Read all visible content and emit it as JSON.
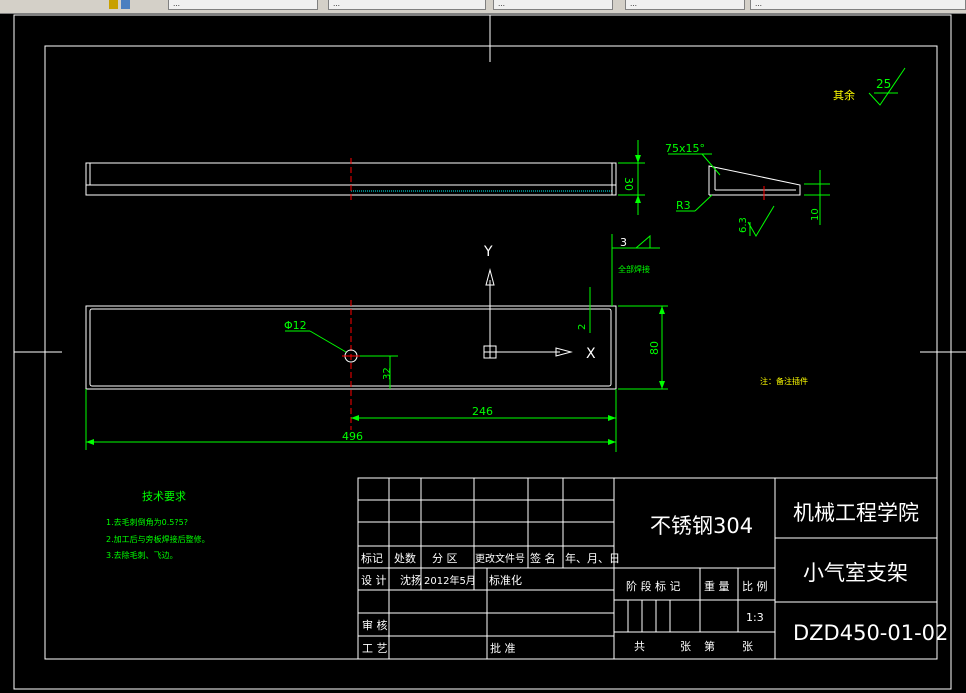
{
  "toolbar": {
    "tabs": [
      "…",
      "…",
      "…",
      "…",
      "…"
    ]
  },
  "drawing": {
    "view_labels": {
      "y_axis": "Y",
      "x_axis": "X"
    },
    "dimensions": {
      "chamfer": "75x15°",
      "radius": "R3",
      "thickness_30": "30",
      "height_10": "10",
      "roughness_63": "6.3",
      "weld_3": "3",
      "weld_note": "全部焊接",
      "hole_dia": "Φ12",
      "offset_32": "32",
      "gap_2": "2",
      "height_80": "80",
      "len_246": "246",
      "len_496": "496"
    },
    "surface_rest": {
      "label": "其余",
      "value": "25"
    },
    "side_note": "注：备注插件",
    "tech_requirements": {
      "title": "技术要求",
      "items": [
        "1.去毛刺倒角为0.5?5?",
        "2.加工后与旁板焊接后整修。",
        "3.去除毛刺、飞边。"
      ]
    }
  },
  "title_block": {
    "material": "不锈钢304",
    "school": "机械工程学院",
    "part_name": "小气室支架",
    "drawing_no": "DZD450-01-02",
    "revision_headers": [
      "标记",
      "处数",
      "分 区",
      "更改文件号",
      "签 名",
      "年、月、日"
    ],
    "design_label": "设 计",
    "designer": "沈扬",
    "design_date": "2012年5月",
    "standardize": "标准化",
    "review": "审 核",
    "process": "工 艺",
    "approve": "批 准",
    "stage_label": "阶 段 标 记",
    "weight_label": "重 量",
    "scale_label": "比 例",
    "scale_value": "1:3",
    "sheets": [
      "共",
      "张",
      "第",
      "张"
    ]
  },
  "colors": {
    "background": "#000000",
    "outline": "#ffffff",
    "dimension": "#00ff00",
    "centerline": "#ff0000",
    "accent": "#ffff00"
  }
}
